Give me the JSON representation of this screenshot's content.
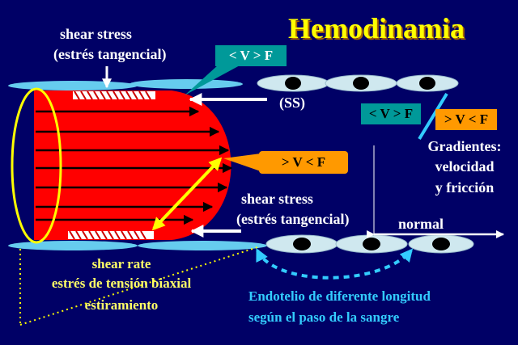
{
  "title": "Hemodinamia",
  "labels": {
    "shear_stress_top_1": "shear stress",
    "shear_stress_top_2": "(estrés tangencial)",
    "ss": "(SS)",
    "shear_stress_bottom_1": "shear stress",
    "shear_stress_bottom_2": "(estrés tangencial)",
    "normal": "normal",
    "shear_rate_1": "shear rate",
    "shear_rate_2": "estrés de tensión biaxial",
    "shear_rate_3": "estiramiento",
    "endotelio_1": "Endotelio de diferente longitud",
    "endotelio_2": "según el paso de la sangre",
    "gradientes_1": "Gradientes:",
    "gradientes_2": "velocidad",
    "gradientes_3": "y fricción"
  },
  "callouts": {
    "top": "< V > F",
    "middle": "> V < F",
    "right_teal": "< V > F",
    "right_orange": "> V < F"
  },
  "colors": {
    "background": "#000066",
    "blood": "#ff0000",
    "cells": "#99ccdd",
    "cells_light": "#cfe8ef",
    "teal_callout": "#009999",
    "orange_callout": "#ff9900",
    "title": "#ffff00",
    "cyan": "#33ccff"
  }
}
